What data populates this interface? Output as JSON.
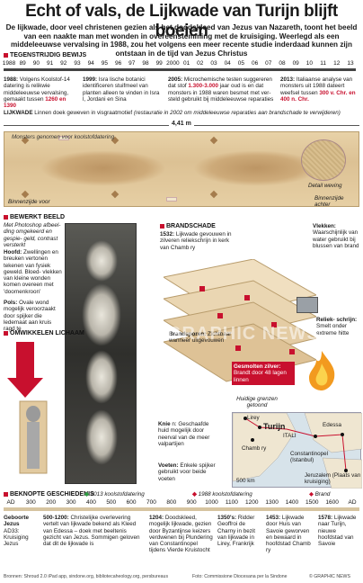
{
  "title": "Echt of vals, de Lijkwade van Turijn blijft boeien",
  "intro": "De lijkwade, door veel christenen gezien als het doodskleed van Jezus van Nazareth, toont het beeld van een naakte man met wonden in overeenstemming met de kruisiging. Weerlegd als een middeleeuwse vervalsing in 1988, zou het volgens een meer recente studie inderdaad kunnen zijn ontstaan in de tijd van Jezus Christus",
  "conflict": {
    "heading": "TEGENSTRIJDIG BEWIJS",
    "years": [
      "1988",
      "89",
      "90",
      "91",
      "92",
      "93",
      "94",
      "95",
      "96",
      "97",
      "98",
      "99",
      "2000",
      "01",
      "02",
      "03",
      "04",
      "05",
      "06",
      "07",
      "08",
      "09",
      "10",
      "11",
      "12",
      "13"
    ],
    "events": [
      {
        "text_a": "1988:",
        "text_b": " Volgens Koolstof-14 datering is relikwie middeleeuwse vervalsing, gemaakt tussen ",
        "range": "1260 en 1390"
      },
      {
        "text_a": "1999:",
        "text_b": " Isra  lische botanici identificeren stuifmeel van planten alleen te vinden in Isra  l, Jordani   en Sina",
        "range": ""
      },
      {
        "text_a": "2005:",
        "text_b": " Microchemische testen suggereren dat stof ",
        "range": "1.300-3.000",
        "text_c": " jaar oud is en dat monsters in 1988 waren besmet met ver- steld gebruikt bij middeleeuwse reparaties"
      },
      {
        "text_a": "2013:",
        "text_b": " Italiaanse analyse van monsters uit 1988 dateert weefsel tussen ",
        "range": "300 v. Chr. en 400 n. Chr."
      }
    ]
  },
  "shroud_section": {
    "label_bold": "LIJKWADE",
    "label_rest": " Linnen doek geweven in visgraatmotief ",
    "label_italic": "(restauratie in 2002 om middeleeuwse reparaties aan brandschade te verwijderen)",
    "width_label": "4,41 m",
    "monsters": "Monsters genomen voor koolstofdatering",
    "detail": "Detail weving",
    "binnen_voor": "Binnenzijde voor",
    "binnen_achter": "Binnenzijde achter"
  },
  "enhanced": {
    "heading": "BEWERKT BEELD",
    "desc": "Met Photoshop afbeel- ding omgekeerd en gespie- geld, contrast versterkt",
    "hoofd_b": "Hoofd:",
    "hoofd": " Zwellingen en breuken vertonen tekenen van fysiek geweld. Bloed- vlekken van kleine wonden komen overeen met 'doornenkroon'",
    "pols_b": "Pols:",
    "pols": " Ovale wond mogelijk veroorzaakt door spijker die ledemaat aan kruis ragd te",
    "knie_b": "Knie",
    "knie": " n: Geschaafde huid mogelijk door neerval van de meer valpartijen",
    "voeten_b": "Voeten:",
    "voeten": " Enkele spijker gebruikt voor beide voeten"
  },
  "wrapping": {
    "heading": "OMWIKKELEN LICHAAM"
  },
  "fire": {
    "heading": "BRANDSCHADE",
    "desc_b": "1532:",
    "desc": " Lijkwade gevouwen in zilveren reliekschrijn in kerk van Chamb ry",
    "vlekken_b": "Vlekken:",
    "vlekken": " Waarschijnlijk van water gebruikt bij blussen van brand",
    "schrijn_b": "Reliek- schrijn:",
    "schrijn": " Smelt onder extreme hitte",
    "spots_b": "Brandsporen:",
    "spots": " Zichtbaar wanneer uitgevouwen",
    "zilver_b": "Gesmolten zilver:",
    "zilver": " Brandt door 48 lagen linnen"
  },
  "map": {
    "route": "Huidige grenzen getoond",
    "cities": [
      "Lirey",
      "Turijn",
      "Chamb ry",
      "Edessa",
      "Constantinopel (Istanbul)",
      "Jeruzalem (Plaats van kruisiging)"
    ],
    "countries": [
      "ITALI"
    ],
    "scale": "500 km"
  },
  "history": {
    "heading": "BEKNOPTE GESCHIEDENIS",
    "legend": [
      "2013 koolstofdatering",
      "1988 koolstofdatering",
      "Brand"
    ],
    "years": [
      "AD",
      "300",
      "200",
      "300",
      "400",
      "500",
      "600",
      "700",
      "800",
      "900",
      "1000",
      "1100",
      "1200",
      "1300",
      "1400",
      "1500",
      "1600",
      "AD"
    ],
    "events": [
      {
        "title": "Geboorte Jezus",
        "text": "AD33: Kruisiging Jezus"
      },
      {
        "title": "500-1200:",
        "text": "Christelijke overlevering vertelt van lijkwade bekend als Kleed van Edessa – doek met beeltenis gezicht van Jezus. Sommigen geloven dat dit de lijkwade is"
      },
      {
        "title": "1204:",
        "text": "Doodskleed, mogelijk lijkwade, gezien door Byzantijnse keizers verdwenen bij Plundering van Constantinopel tijdens Vierde Kruistocht"
      },
      {
        "title": "1350's:",
        "text": "Ridder Geoffroi de Charny in bezit van lijkwade in Lirey, Frankrijk"
      },
      {
        "title": "1453:",
        "text": "Lijkwade door Huis van Savoie geworven en bewaard in hoofdstad Chamb ry"
      },
      {
        "title": "1578:",
        "text": "Lijkwade naar Turijn, nieuwe hoofdstad van Savoie"
      }
    ]
  },
  "footer": {
    "sources": "Bronnen: Shroud 2.0 iPad app, sindone.org, bibliotecaheology.org, persbureaus",
    "photo": "Foto: Commissione Diocesana per la Sindone",
    "copyright": "© GRAPHIC NEWS"
  },
  "watermark": "GRAPHIC NEWS",
  "colors": {
    "accent": "#c8102e",
    "shroud": "#e2caa0",
    "green": "#2f9e44",
    "dark": "#111111"
  }
}
